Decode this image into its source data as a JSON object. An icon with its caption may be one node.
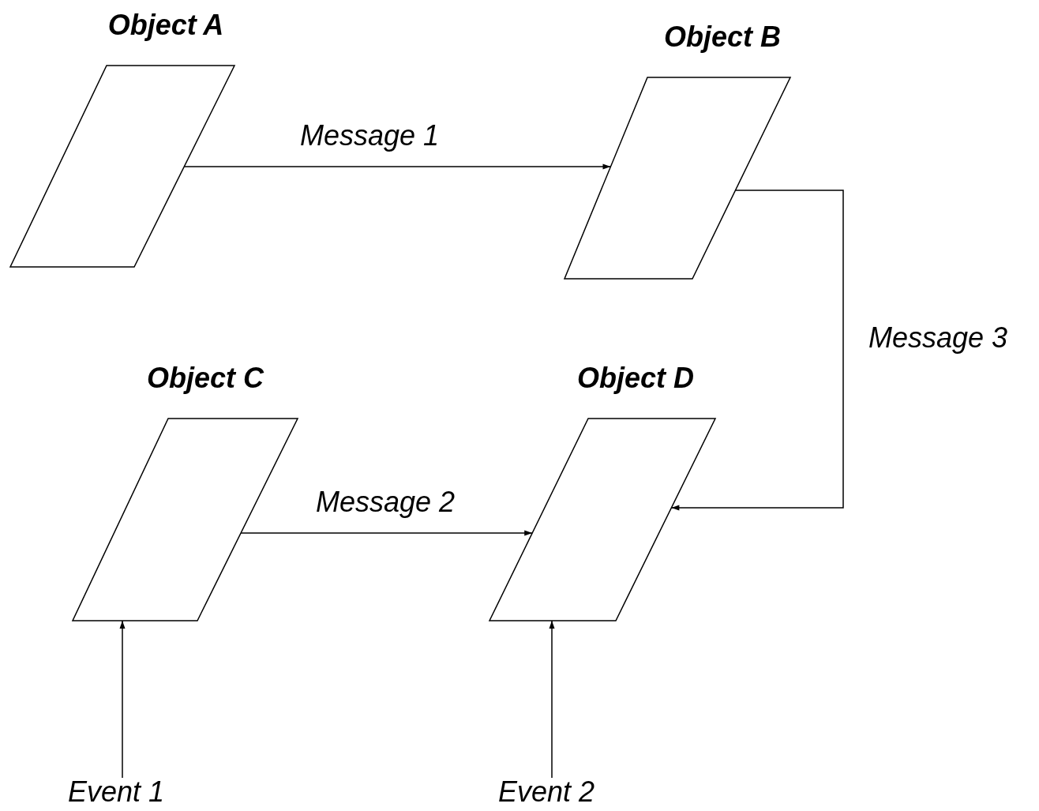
{
  "diagram": {
    "nodes": [
      {
        "text": [
          "Object A"
        ]
      },
      {
        "text": [
          "Object B"
        ]
      },
      {
        "text": [
          "Object C"
        ]
      },
      {
        "text": [
          "Object D"
        ]
      },
      {
        "text": [
          "Event 1"
        ]
      },
      {
        "text": [
          "Event 2"
        ]
      }
    ],
    "edges": [
      {
        "from": 0,
        "to": 1,
        "arrow": "to",
        "label": "Message 1"
      },
      {
        "from": 2,
        "to": 3,
        "arrow": "to",
        "label": "Message 2"
      },
      {
        "from": 1,
        "to": 3,
        "arrow": "to",
        "label": "Message 3"
      },
      {
        "from": 4,
        "to": 2,
        "arrow": "to"
      },
      {
        "from": 5,
        "to": 3,
        "arrow": "to"
      }
    ]
  }
}
